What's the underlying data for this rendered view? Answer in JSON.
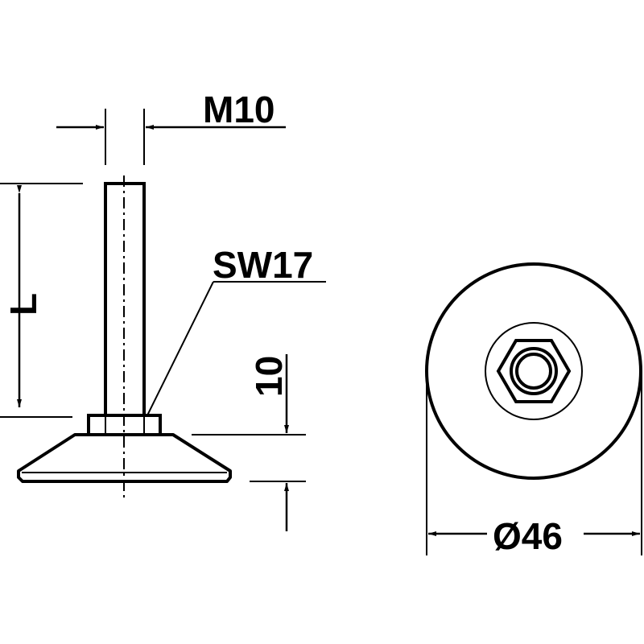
{
  "labels": {
    "thread": "M10",
    "spanner_size": "SW17",
    "length": "L",
    "height": "10",
    "diameter": "Ø46"
  },
  "colors": {
    "line": "#000000",
    "background": "#ffffff"
  }
}
